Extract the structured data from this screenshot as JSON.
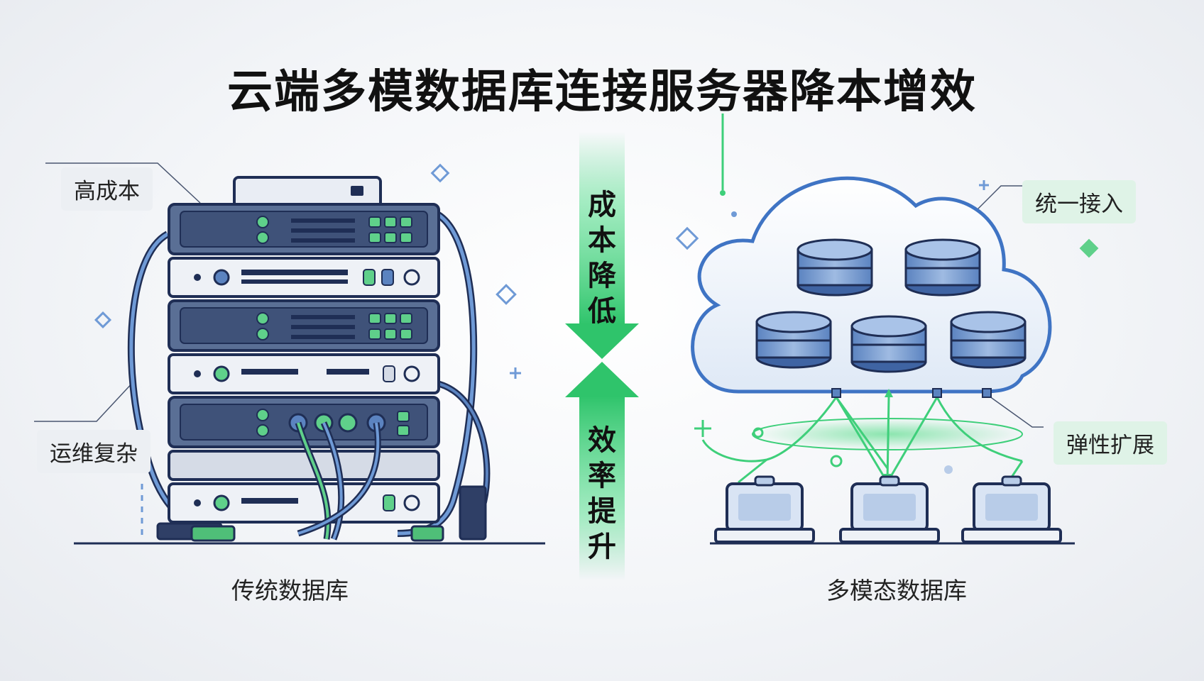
{
  "title": "云端多模数据库连接服务器降本增效",
  "left": {
    "caption": "传统数据库",
    "labels": [
      "高成本",
      "运维复杂"
    ]
  },
  "right": {
    "caption": "多模态数据库",
    "labels": [
      "统一接入",
      "弹性扩展"
    ]
  },
  "center": {
    "top_text": "成本降低",
    "bottom_text": "效率提升"
  },
  "colors": {
    "accent_green": "#3ecf7a",
    "server_blue": "#5a6f95",
    "cloud_blue": "#3f74c4",
    "outline_navy": "#1f2e55"
  },
  "icons": {
    "left_graphic": "server-rack-icon",
    "right_graphic": "cloud-database-icon"
  }
}
